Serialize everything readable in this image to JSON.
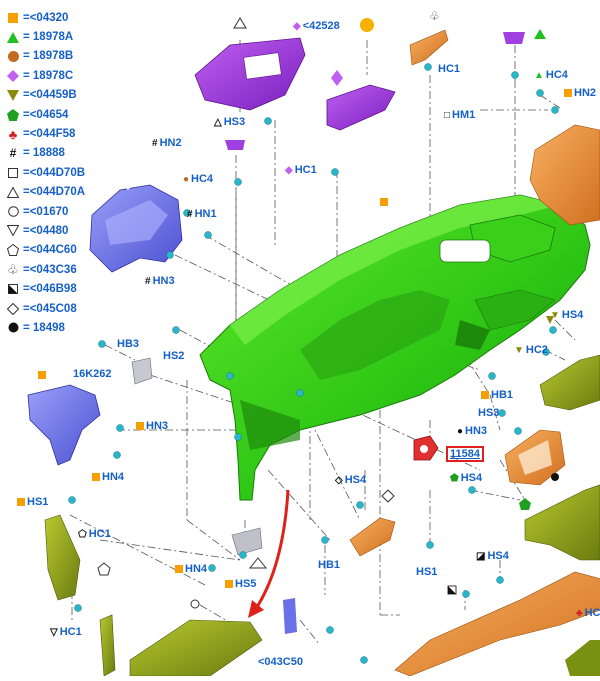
{
  "legend": [
    {
      "icon": "orange-square",
      "code": "=<04320"
    },
    {
      "icon": "green-triangle",
      "code": "= 18978A"
    },
    {
      "icon": "brown-circle",
      "code": "= 18978B"
    },
    {
      "icon": "purple-diamond",
      "code": "= 18978C"
    },
    {
      "icon": "olive-down-triangle",
      "code": "=<04459B"
    },
    {
      "icon": "green-pentagon",
      "code": "=<04654"
    },
    {
      "icon": "red-club",
      "code": "=<044F58"
    },
    {
      "icon": "hash",
      "code": "= 18888"
    },
    {
      "icon": "outline-square",
      "code": "=<044D70B"
    },
    {
      "icon": "outline-triangle",
      "code": "=<044D70A"
    },
    {
      "icon": "outline-circle",
      "code": "=<01670"
    },
    {
      "icon": "outline-down-triangle",
      "code": "=<04480"
    },
    {
      "icon": "outline-pentagon",
      "code": "=<044C60"
    },
    {
      "icon": "outline-club",
      "code": "=<043C36"
    },
    {
      "icon": "half-square",
      "code": "=<046B98"
    },
    {
      "icon": "outline-diamond",
      "code": "=<045C08"
    },
    {
      "icon": "black-circle",
      "code": "= 18498"
    }
  ],
  "labels": {
    "n42528": "<42528",
    "hc1_top": "HC1",
    "hc4_top": "HC4",
    "hn2_right": "HN2",
    "hm1": "HM1",
    "hs3_top": "HS3",
    "hn2_left": "HN2",
    "hc1_mid": "HC1",
    "hc4_mid": "HC4",
    "hn1": "HN1",
    "hn3_left": "HN3",
    "hs4_right": "HS4",
    "hc2": "HC2",
    "hb3": "HB3",
    "k16": "16K262",
    "hs2": "HS2",
    "hb1_right": "HB1",
    "hs3_right": "HS3",
    "hn3_right": "HN3",
    "hn3_mid": "HN3",
    "hn4_mid": "HN4",
    "part_11584": "11584",
    "hs4_mid": "HS4",
    "hs4_center": "HS4",
    "hs1_left": "HS1",
    "hc1_lower": "HC1",
    "hn4_lower": "HN4",
    "hs5": "HS5",
    "hb1_lower": "HB1",
    "hs1_lower": "HS1",
    "hs4_lower": "HS4",
    "hc1_bottom": "HC1",
    "c50": "<043C50",
    "hc_edge": "HC"
  }
}
